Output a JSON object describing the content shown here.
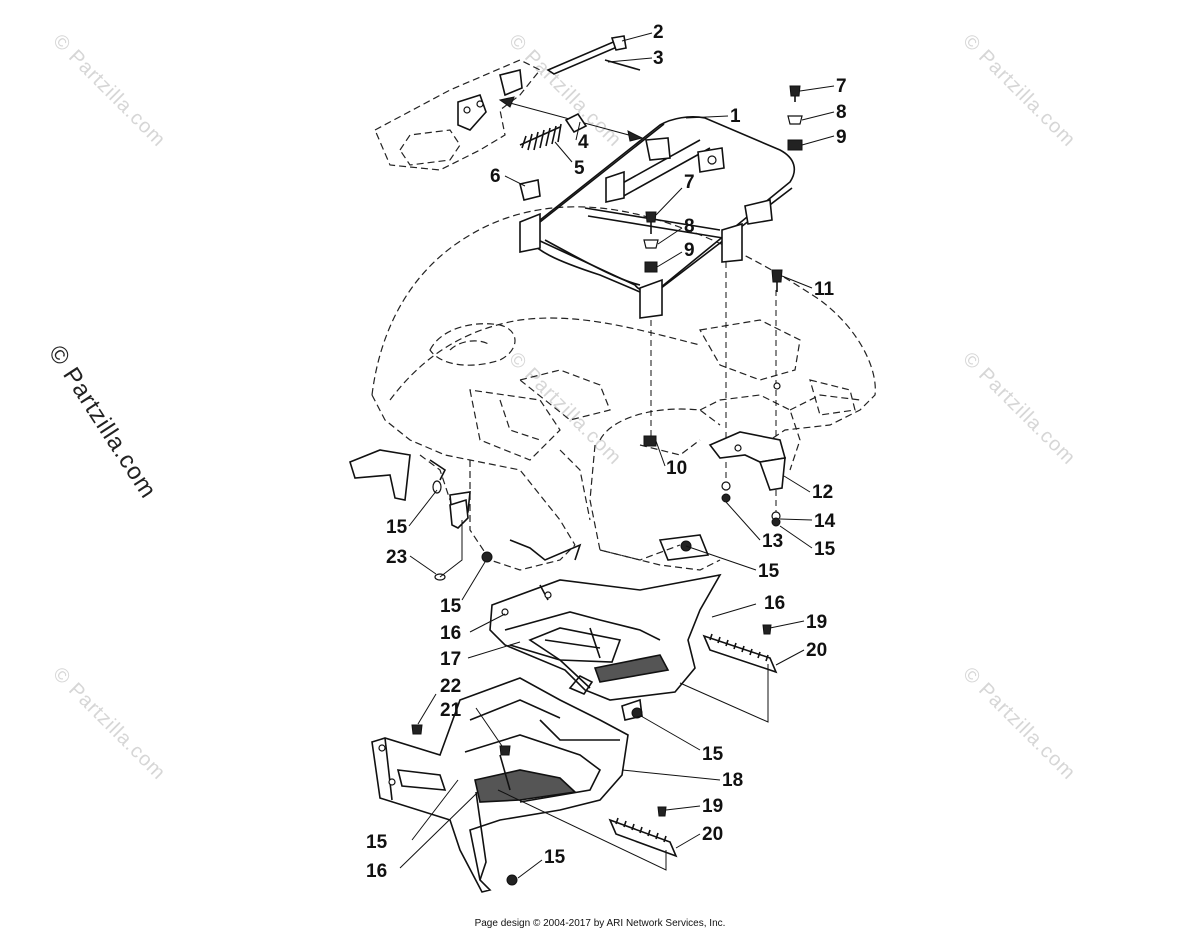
{
  "watermark": "© Partzilla.com",
  "side_watermark": "© Partzilla.com",
  "footer": "Page design © 2004-2017 by ARI Network Services, Inc.",
  "callouts": [
    "2",
    "3",
    "1",
    "4",
    "5",
    "6",
    "7",
    "8",
    "9",
    "7",
    "8",
    "9",
    "11",
    "10",
    "12",
    "13",
    "14",
    "15",
    "15",
    "15",
    "23",
    "15",
    "16",
    "19",
    "16",
    "20",
    "17",
    "22",
    "21",
    "15",
    "18",
    "19",
    "20",
    "15",
    "16",
    "15"
  ]
}
